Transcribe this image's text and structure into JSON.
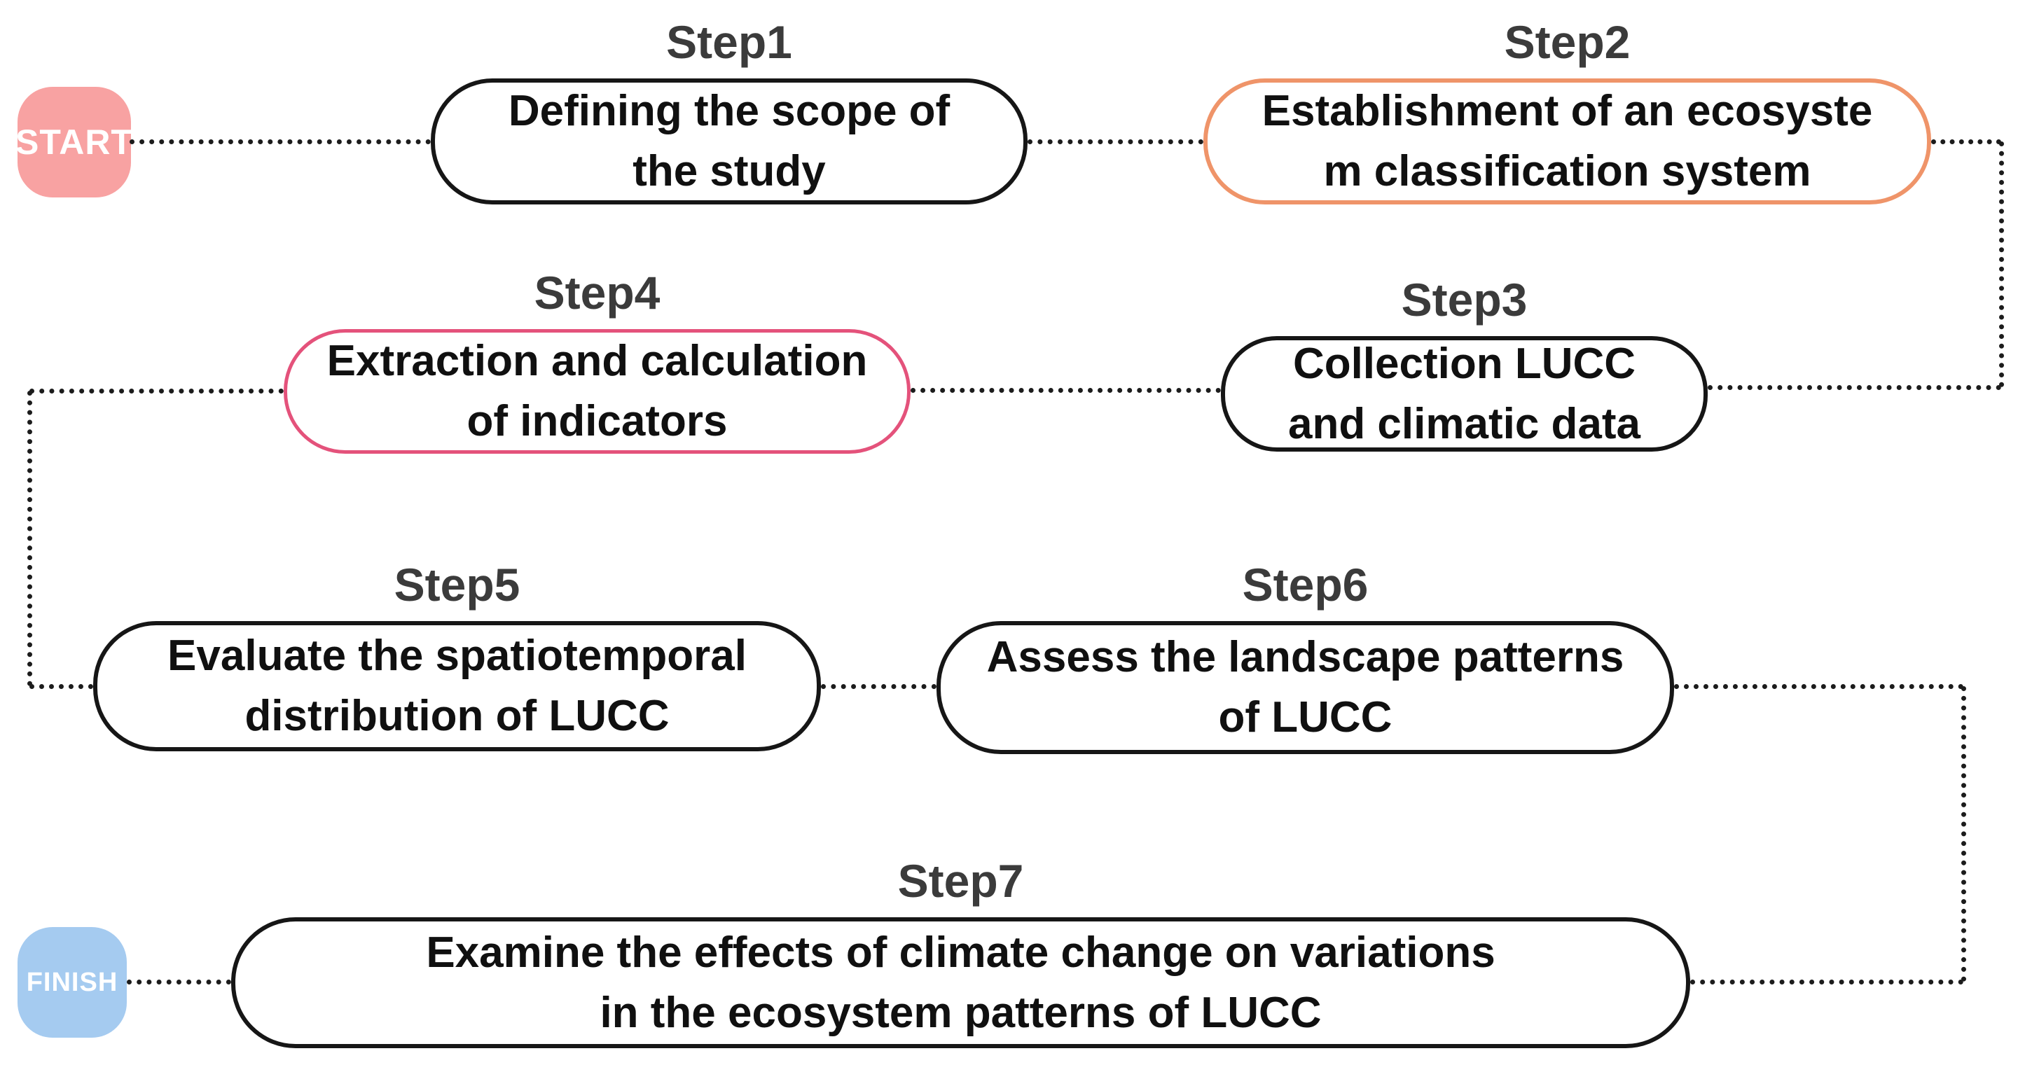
{
  "flowchart": {
    "background": "#ffffff",
    "connector_color": "#1c1c1c",
    "start": {
      "label": "START",
      "fill": "#f8a2a2",
      "text_color": "#ffffff"
    },
    "finish": {
      "label": "FINISH",
      "fill": "#a5cbf0",
      "text_color": "#ffffff"
    },
    "steps": [
      {
        "label": "Step1",
        "lines": [
          "Defining the scope of",
          "the study"
        ],
        "border_color": "#161616"
      },
      {
        "label": "Step2",
        "lines": [
          "Establishment of an ecosyste",
          "m classification system"
        ],
        "border_color": "#ef9469"
      },
      {
        "label": "Step3",
        "lines": [
          "Collection LUCC",
          "and climatic data"
        ],
        "border_color": "#161616"
      },
      {
        "label": "Step4",
        "lines": [
          "Extraction and calculation",
          "of indicators"
        ],
        "border_color": "#e4527b"
      },
      {
        "label": "Step5",
        "lines": [
          "Evaluate the spatiotemporal",
          "distribution of LUCC"
        ],
        "border_color": "#161616"
      },
      {
        "label": "Step6",
        "lines": [
          "Assess the landscape patterns",
          "of LUCC"
        ],
        "border_color": "#161616"
      },
      {
        "label": "Step7",
        "lines": [
          "Examine the effects of climate change on variations",
          "in the ecosystem patterns of LUCC"
        ],
        "border_color": "#161616"
      }
    ]
  }
}
